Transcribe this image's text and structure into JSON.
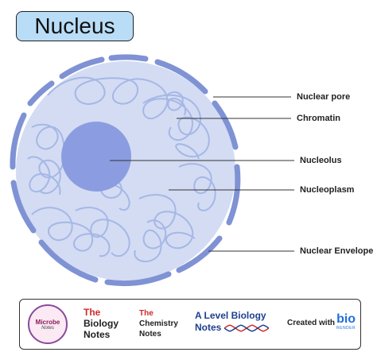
{
  "title": "Nucleus",
  "labels": {
    "nuclear_pore": "Nuclear pore",
    "chromatin": "Chromatin",
    "nucleolus": "Nucleolus",
    "nucleoplasm": "Nucleoplasm",
    "nuclear_envelope": "Nuclear Envelope"
  },
  "colors": {
    "title_fill": "#b9ddf7",
    "nucleoplasm": "#d3dcf3",
    "envelope": "#7f92d4",
    "chromatin": "#a6b7e6",
    "nucleolus": "#8b9de0"
  },
  "footer": {
    "microbe": {
      "line1": "Microbe",
      "line2": "Notes"
    },
    "biology": {
      "w1": "The",
      "w2": "Biology",
      "w3": "Notes"
    },
    "chemistry": {
      "w1": "The",
      "w2": "Chemistry",
      "w3": "Notes"
    },
    "alevel": {
      "line1": "A Level Biology",
      "line2": "Notes"
    },
    "created_with": "Created with",
    "biorender": {
      "bio": "bio",
      "render": "RENDER"
    }
  }
}
